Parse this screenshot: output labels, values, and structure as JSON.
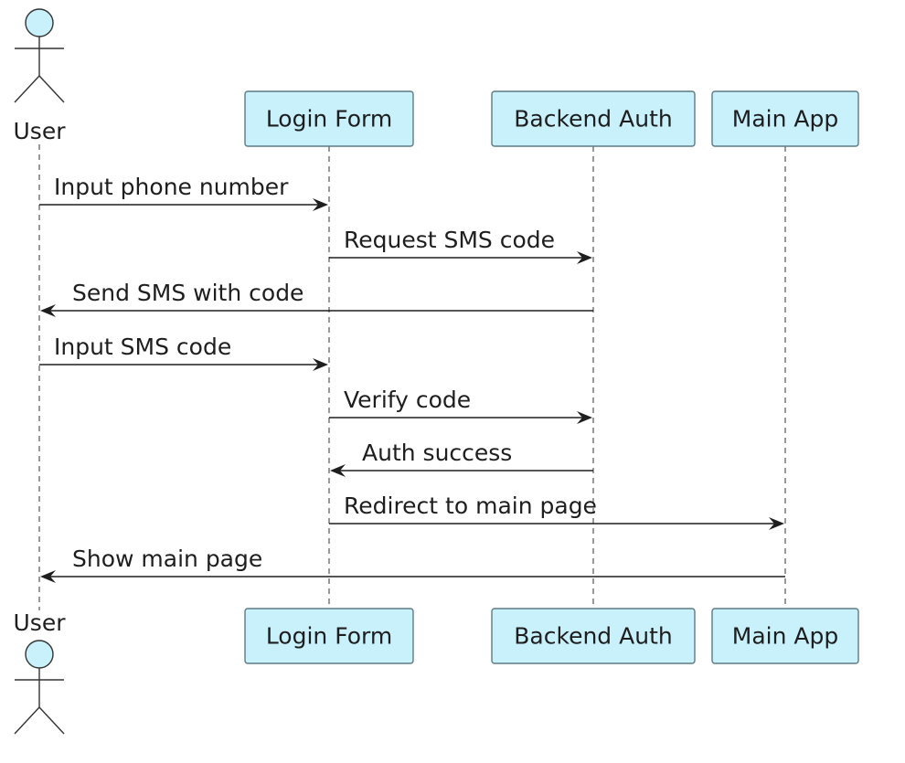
{
  "colors": {
    "participant_fill": "#c9f1fc",
    "participant_stroke": "#5c7a84",
    "actor_fill": "#c9f1fc",
    "lifeline": "#555555",
    "arrow": "#1e1e1e"
  },
  "participants": [
    {
      "id": "user",
      "kind": "actor",
      "label": "User"
    },
    {
      "id": "login",
      "kind": "box",
      "label": "Login Form"
    },
    {
      "id": "backend",
      "kind": "box",
      "label": "Backend Auth"
    },
    {
      "id": "main",
      "kind": "box",
      "label": "Main App"
    }
  ],
  "messages": [
    {
      "from": "user",
      "to": "login",
      "label": "Input phone number"
    },
    {
      "from": "login",
      "to": "backend",
      "label": "Request SMS code"
    },
    {
      "from": "backend",
      "to": "user",
      "label": "Send SMS with code"
    },
    {
      "from": "user",
      "to": "login",
      "label": "Input SMS code"
    },
    {
      "from": "login",
      "to": "backend",
      "label": "Verify code"
    },
    {
      "from": "backend",
      "to": "login",
      "label": "Auth success"
    },
    {
      "from": "login",
      "to": "main",
      "label": "Redirect to main page"
    },
    {
      "from": "main",
      "to": "user",
      "label": "Show main page"
    }
  ]
}
